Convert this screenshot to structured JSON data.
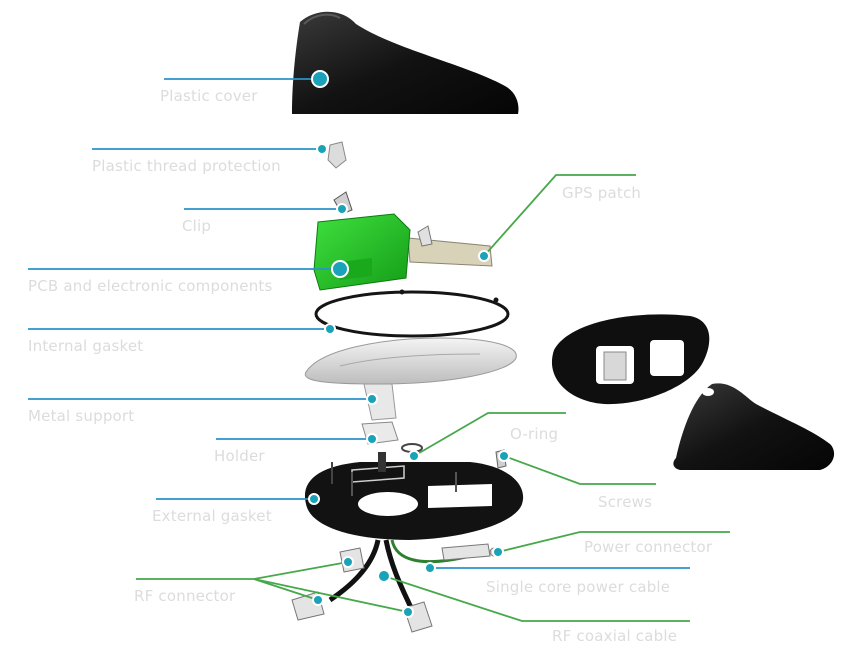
{
  "labels": {
    "plastic_cover": "Plastic cover",
    "plastic_thread_protection": "Plastic thread protection",
    "clip": "Clip",
    "pcb": "PCB and electronic components",
    "internal_gasket": "Internal gasket",
    "metal_support": "Metal support",
    "holder": "Holder",
    "external_gasket": "External gasket",
    "rf_connector": "RF connector",
    "gps_patch": "GPS patch",
    "o_ring": "O-ring",
    "screws": "Screws",
    "power_connector": "Power connector",
    "single_core_power_cable": "Single core power cable",
    "rf_coaxial_cable": "RF coaxial cable"
  },
  "colors": {
    "leader_blue": "#2a93c9",
    "leader_green": "#46a84a",
    "dot_fill": "#1aa2b8",
    "label_text": "#dcdcdc",
    "pcb_green": "#27c62a",
    "body_black": "#101010"
  }
}
